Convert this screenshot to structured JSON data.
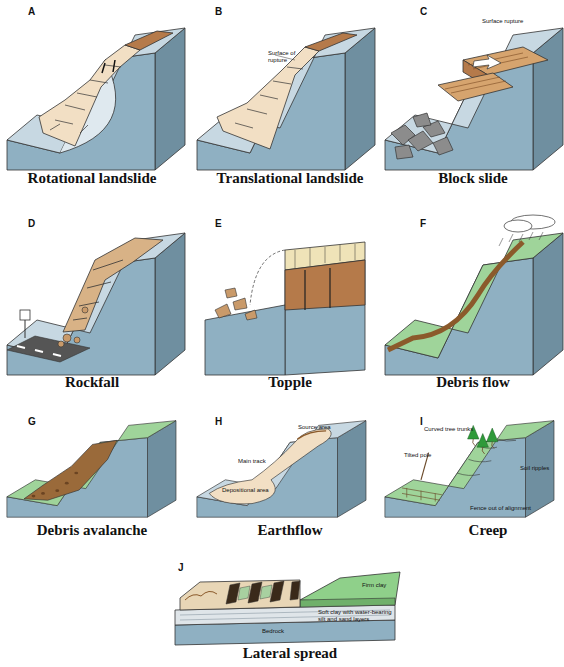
{
  "diagram": {
    "labels": [
      "A",
      "Rotational landslide",
      "B",
      "Surface of rupture",
      "Translational landslide",
      "C",
      "Surface rupture",
      "Block slide",
      "D",
      "Rockfall",
      "E",
      "Topple",
      "F",
      "Debris flow",
      "G",
      "Debris avalanche",
      "H",
      "Source area",
      "Main track",
      "Depositional area",
      "Earthflow",
      "I",
      "Curved tree trunks",
      "Tilted pole",
      "Soil ripples",
      "Fence out of alignment",
      "Creep",
      "J",
      "Firm clay",
      "Soft clay with water-bearing silt and sand layers",
      "Bedrock",
      "Lateral spread"
    ]
  }
}
